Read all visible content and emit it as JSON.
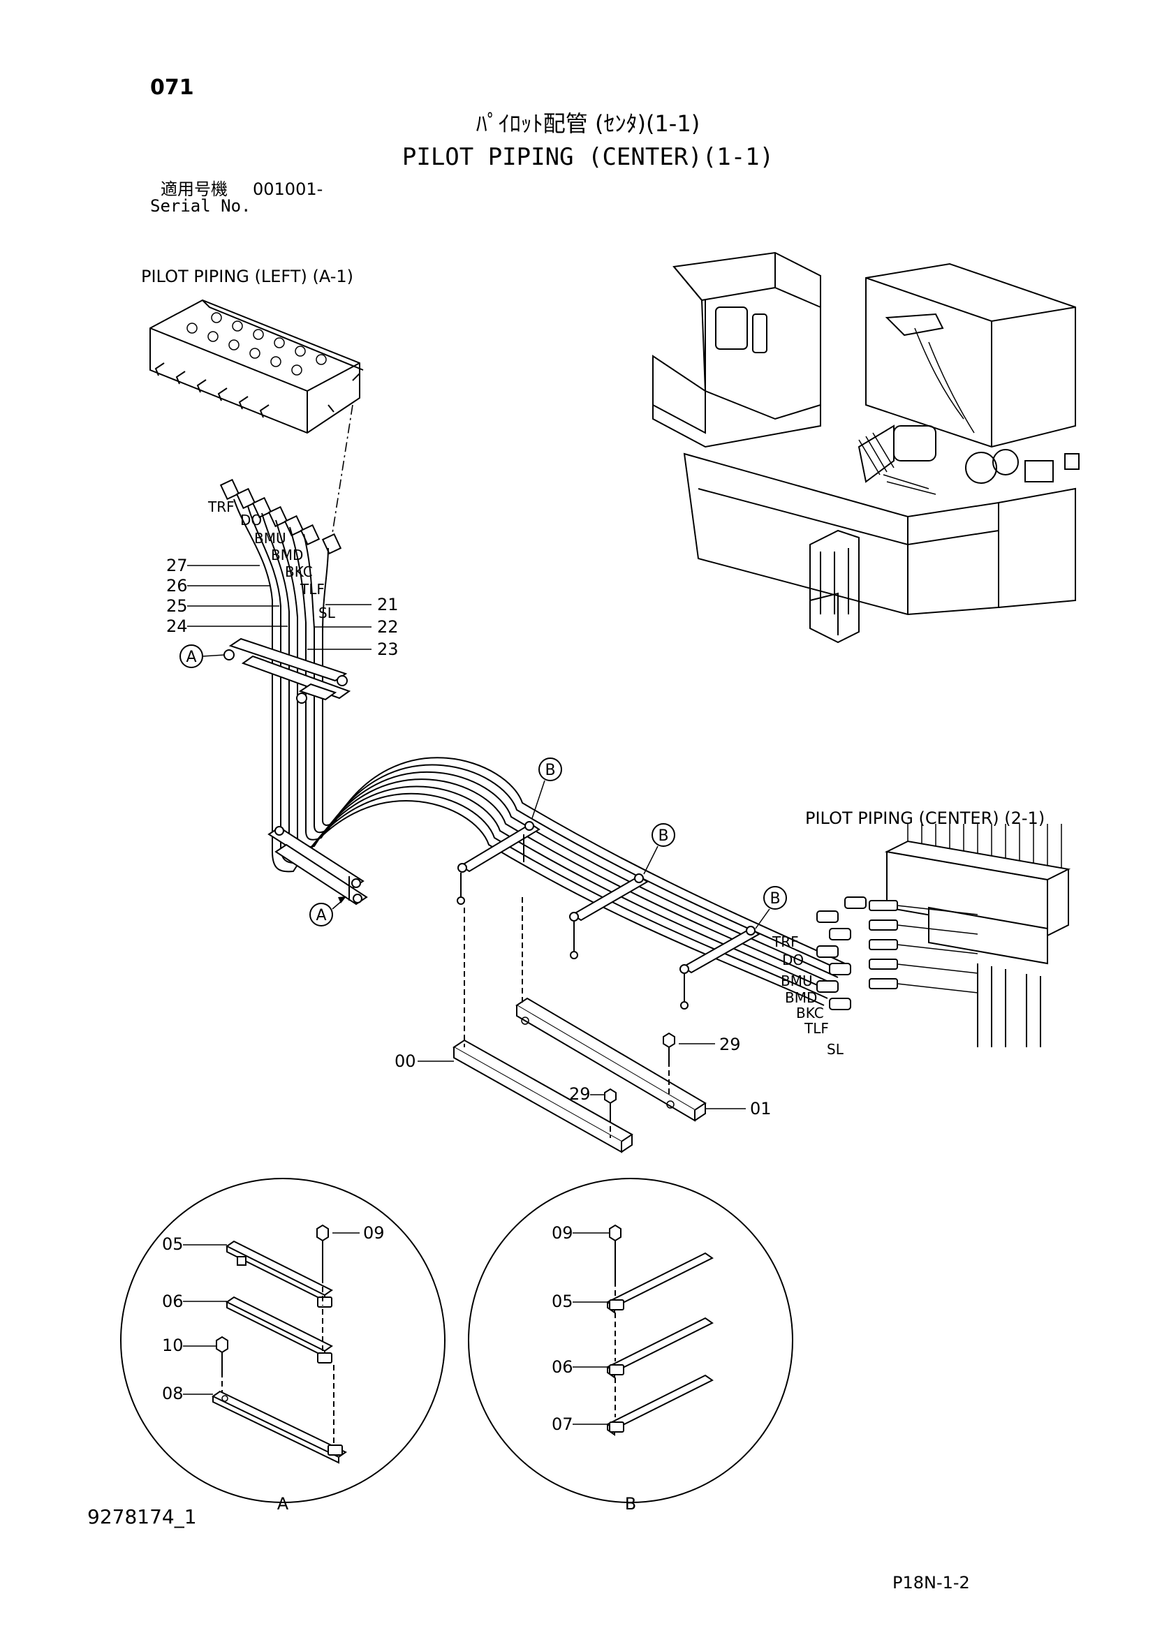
{
  "header": {
    "page_number": "071",
    "title_jp": "ﾊﾟｲﾛｯﾄ配管 (ｾﾝﾀ)(1-1)",
    "title_en": "PILOT PIPING (CENTER)(1-1)",
    "serial_label_jp": "適用号機",
    "serial_range": "001001-",
    "serial_label_en": "Serial No."
  },
  "references": {
    "left": "PILOT PIPING (LEFT) (A-1)",
    "center": "PILOT PIPING (CENTER) (2-1)"
  },
  "port_labels_top": [
    "TRF",
    "DO",
    "BMU",
    "BMD",
    "BKC",
    "TLF",
    "SL"
  ],
  "port_labels_right": [
    "TRF",
    "DO",
    "BMU",
    "BMD",
    "BKC",
    "TLF",
    "SL"
  ],
  "callouts": {
    "left_side": [
      "27",
      "26",
      "25",
      "24"
    ],
    "right_side": [
      "21",
      "22",
      "23"
    ],
    "bracket_00": "00",
    "bracket_01": "01",
    "bolt_29": "29"
  },
  "view_markers": {
    "A": "A",
    "B": "B"
  },
  "detail_A": {
    "label": "A",
    "parts": [
      "05",
      "09",
      "06",
      "10",
      "08"
    ]
  },
  "detail_B": {
    "label": "B",
    "parts": [
      "09",
      "05",
      "06",
      "07"
    ]
  },
  "footer": {
    "drawing_number": "9278174_1",
    "page_code": "P18N-1-2"
  }
}
